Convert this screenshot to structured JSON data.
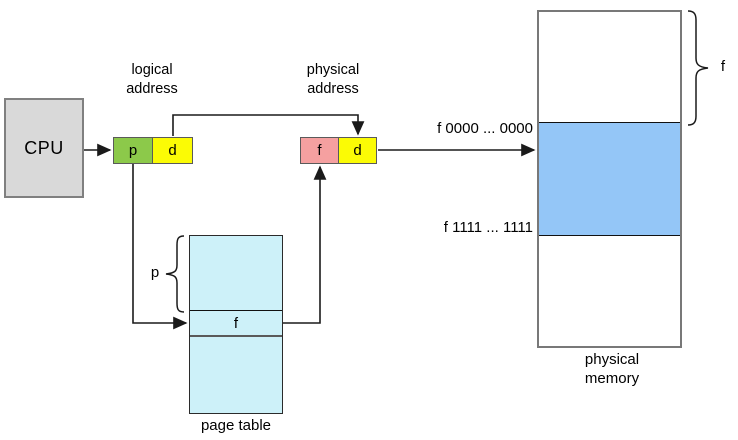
{
  "cpu": {
    "label": "CPU"
  },
  "logical_address": {
    "caption_line1": "logical",
    "caption_line2": "address",
    "p": "p",
    "d": "d"
  },
  "physical_address": {
    "caption_line1": "physical",
    "caption_line2": "address",
    "f": "f",
    "d": "d"
  },
  "page_table": {
    "caption": "page table",
    "row_label": "f",
    "index_brace_label": "p"
  },
  "physical_memory": {
    "caption_line1": "physical",
    "caption_line2": "memory",
    "frame_start": "f 0000 ... 0000",
    "frame_end": "f 1111 ... 1111",
    "frame_brace_label": "f"
  },
  "colors": {
    "cpu_fill": "#d9d9d9",
    "page_number_fill": "#8cc94a",
    "offset_fill": "#fbfb05",
    "frame_number_fill": "#f5a0a0",
    "page_table_fill": "#cdf1f9",
    "memory_frame_fill": "#94c6f7",
    "line": "#1a1a1a"
  }
}
